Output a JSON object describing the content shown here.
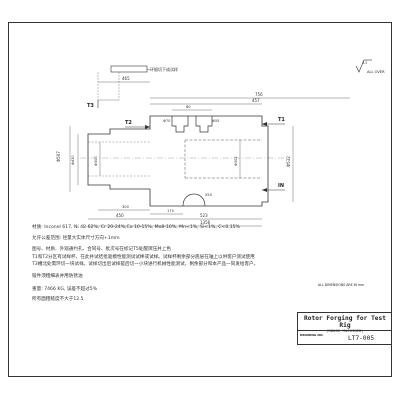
{
  "drawing": {
    "callout": "环锻切下成试样",
    "all_over": "ALL OVER",
    "surface_finish": "3.2",
    "tags": {
      "t1": "T1",
      "t2": "T2",
      "t3": "T3",
      "in": "IN"
    },
    "dims": {
      "d_top_overall": "756",
      "d_top_inner": "457",
      "d_465": "465",
      "d_80": "80",
      "d_300": "300",
      "d_450": "450",
      "d_523": "523",
      "d_1356": "1356",
      "d_550": "550",
      "d_175": "175",
      "d_left_1": "Φ507",
      "d_left_2": "Φ430",
      "d_left_3": "Φ300",
      "d_bore": "Φ302",
      "d_right": "Φ532",
      "d_top_small_1": "Φ70",
      "d_top_small_2": "Φ55",
      "d_ring": "Φ562"
    }
  },
  "notes": [
    "材质: Inconel 617, Ni 48-62%, Cr 20-24%,Co 10-15%, Mo8-10%, Mn<1%, Si<1%, C<0.15%",
    "",
    "允许公差范围: 径量大实体尺寸方向+1mm",
    "",
    "图号、材质、外观通约孔、合同号、批次号在标记T5处醒牌压并上色",
    "T1和T2分区有试样杯，在此并试结批驱模性能测试试棒或试样。试样杯剩余部分底层在轴上以供客户测试使用",
    "T3槽北处需环切一块试样。试样切出后试样搓后切一小块进行机械性能测试，剩余部分和本产品一同发给客户。",
    "锻件须粗细表并用防锈油",
    "重量: 7466 KG, 误差不超过5%",
    "所有面粗糙度不大于12.5"
  ],
  "title_block": {
    "title": "Rotor Forging for Test Rig",
    "subtitle": "(ROUGH MACHINED)",
    "drawing_no_label": "DRAWING NO.",
    "drawing_no": "LT7-005"
  },
  "dim_note": "ALL DIMENSIONS ARE IN mm"
}
